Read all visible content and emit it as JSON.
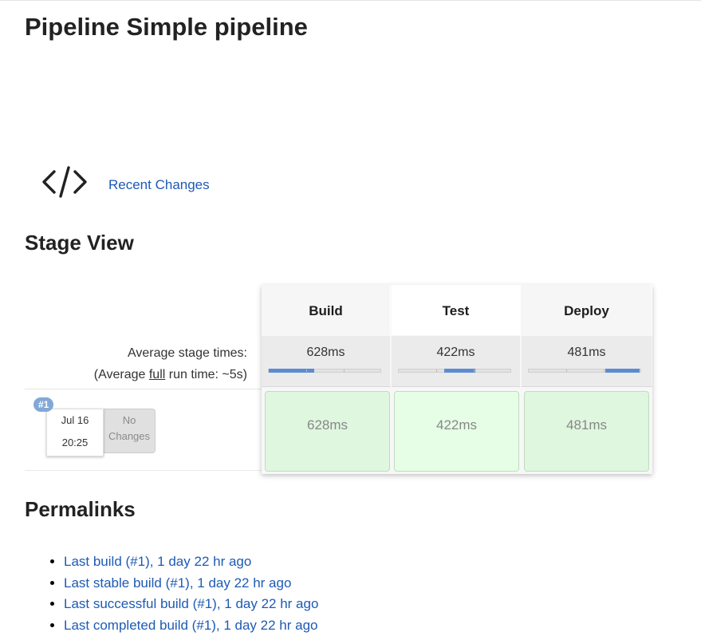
{
  "page": {
    "title": "Pipeline Simple pipeline"
  },
  "recent_changes": {
    "icon": "code-icon",
    "label": "Recent Changes"
  },
  "stage_view": {
    "title": "Stage View",
    "avg_label": "Average stage times:",
    "full_prefix": "(Average ",
    "full_word": "full",
    "full_suffix": " run time: ~5s)",
    "stages": [
      {
        "name": "Build",
        "avg": "628ms",
        "run_time": "628ms",
        "avg_fraction": 0.41
      },
      {
        "name": "Test",
        "avg": "422ms",
        "run_time": "422ms",
        "avg_fraction": 0.28
      },
      {
        "name": "Deploy",
        "avg": "481ms",
        "run_time": "481ms",
        "avg_fraction": 0.31
      }
    ],
    "run": {
      "badge": "#1",
      "date": "Jul 16",
      "time": "20:25",
      "changes": "No Changes"
    }
  },
  "permalinks": {
    "title": "Permalinks",
    "items": [
      "Last build (#1), 1 day 22 hr ago",
      "Last stable build (#1), 1 day 22 hr ago",
      "Last successful build (#1), 1 day 22 hr ago",
      "Last completed build (#1), 1 day 22 hr ago"
    ]
  },
  "colors": {
    "link": "#1d5ab5",
    "success": "#dff6df",
    "bar": "#5d8bd1"
  }
}
